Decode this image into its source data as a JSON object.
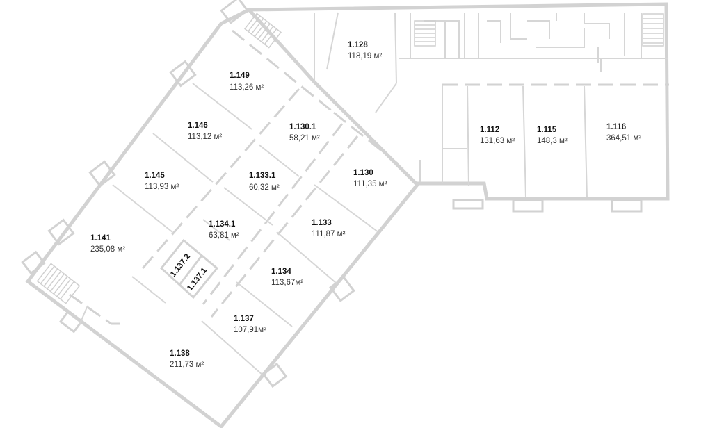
{
  "rooms": [
    {
      "id": "r-1128",
      "number": "1.128",
      "area": "118,19 м²"
    },
    {
      "id": "r-1149",
      "number": "1.149",
      "area": "113,26 м²"
    },
    {
      "id": "r-1146",
      "number": "1.146",
      "area": "113,12 м²"
    },
    {
      "id": "r-11301",
      "number": "1.130.1",
      "area": "58,21 м²"
    },
    {
      "id": "r-1145",
      "number": "1.145",
      "area": "113,93 м²"
    },
    {
      "id": "r-11331",
      "number": "1.133.1",
      "area": "60,32 м²"
    },
    {
      "id": "r-1130",
      "number": "1.130",
      "area": "111,35 м²"
    },
    {
      "id": "r-1112",
      "number": "1.112",
      "area": "131,63 м²"
    },
    {
      "id": "r-1115",
      "number": "1.115",
      "area": "148,3 м²"
    },
    {
      "id": "r-1116",
      "number": "1.116",
      "area": "364,51 м²"
    },
    {
      "id": "r-1141",
      "number": "1.141",
      "area": "235,08 м²"
    },
    {
      "id": "r-11341",
      "number": "1.134.1",
      "area": "63,81 м²"
    },
    {
      "id": "r-1133",
      "number": "1.133",
      "area": "111,87 м²"
    },
    {
      "id": "r-11372",
      "number": "1.137.2",
      "area": ""
    },
    {
      "id": "r-11371",
      "number": "1.137.1",
      "area": ""
    },
    {
      "id": "r-1134",
      "number": "1.134",
      "area": "113,67м²"
    },
    {
      "id": "r-1137",
      "number": "1.137",
      "area": "107,91м²"
    },
    {
      "id": "r-1138",
      "number": "1.138",
      "area": "211,73 м²"
    }
  ]
}
